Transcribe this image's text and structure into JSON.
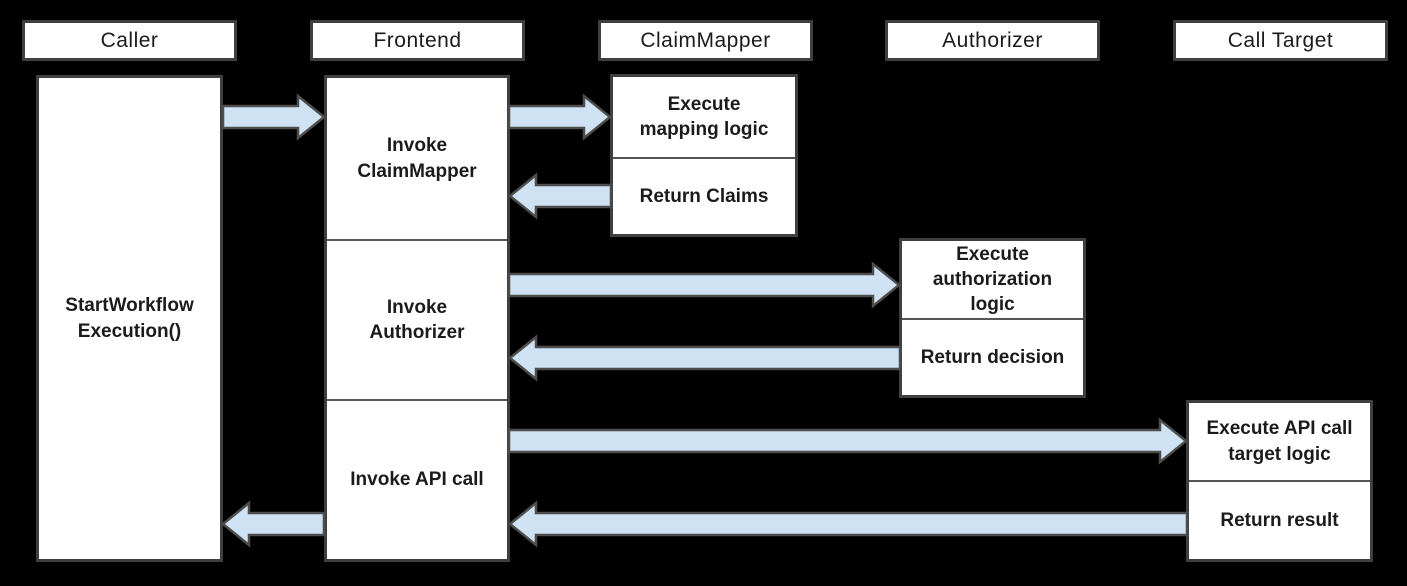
{
  "colors": {
    "background": "#000000",
    "box_fill": "#ffffff",
    "box_border": "#3f3f3f",
    "divider": "#555555",
    "arrow_fill": "#cfe2f3",
    "arrow_stroke": "#4d4d4d",
    "text": "#1b1b1b"
  },
  "actors": [
    {
      "id": "caller",
      "label": "Caller"
    },
    {
      "id": "frontend",
      "label": "Frontend"
    },
    {
      "id": "claim_mapper",
      "label": "ClaimMapper"
    },
    {
      "id": "authorizer",
      "label": "Authorizer"
    },
    {
      "id": "call_target",
      "label": "Call Target"
    }
  ],
  "activations": {
    "caller": {
      "label": "StartWorkflow\nExecution()"
    },
    "frontend": {
      "sections": [
        {
          "label": "Invoke\nClaimMapper"
        },
        {
          "label": "Invoke\nAuthorizer"
        },
        {
          "label": "Invoke API call"
        }
      ]
    },
    "claim_mapper": {
      "sections": [
        {
          "label": "Execute\nmapping logic"
        },
        {
          "label": "Return Claims"
        }
      ]
    },
    "authorizer": {
      "sections": [
        {
          "label": "Execute\nauthorization\nlogic"
        },
        {
          "label": "Return decision"
        }
      ]
    },
    "call_target": {
      "sections": [
        {
          "label": "Execute API call\ntarget logic"
        },
        {
          "label": "Return result"
        }
      ]
    }
  },
  "messages": [
    {
      "name": "caller-to-frontend",
      "direction": "right"
    },
    {
      "name": "frontend-to-claimmapper",
      "direction": "right"
    },
    {
      "name": "claimmapper-return-to-frontend",
      "direction": "left"
    },
    {
      "name": "frontend-to-authorizer",
      "direction": "right"
    },
    {
      "name": "authorizer-return-to-frontend",
      "direction": "left"
    },
    {
      "name": "frontend-to-calltarget",
      "direction": "right"
    },
    {
      "name": "calltarget-return-to-frontend",
      "direction": "left"
    },
    {
      "name": "frontend-return-to-caller",
      "direction": "left"
    }
  ]
}
